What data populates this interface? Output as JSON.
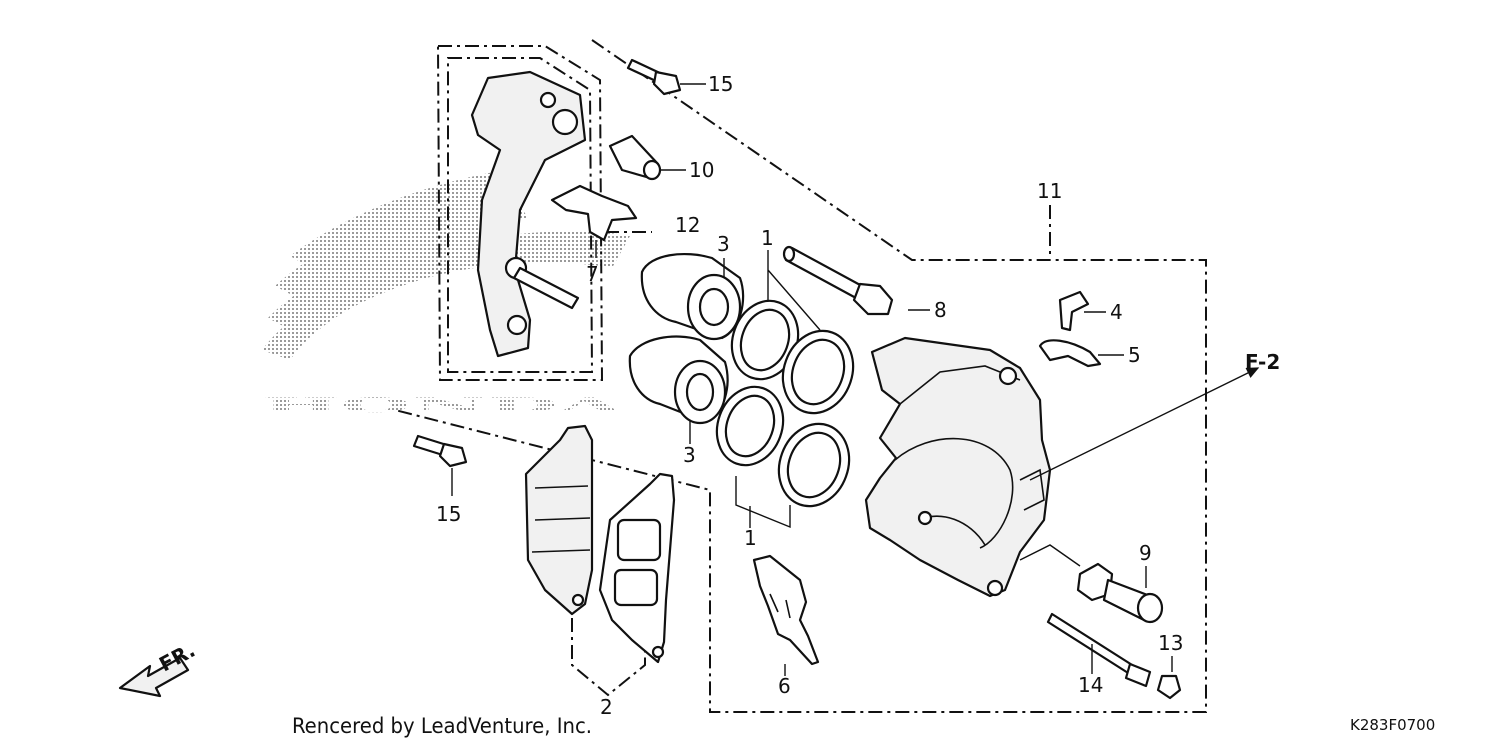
{
  "callouts": {
    "c15_top": "15",
    "c10": "10",
    "c11": "11",
    "c12": "12",
    "c7": "7",
    "c3_top": "3",
    "c1_top": "1",
    "c8": "8",
    "c4": "4",
    "c5": "5",
    "f2": "F-2",
    "c3_bot": "3",
    "c15_bot": "15",
    "c1_bot": "1",
    "c9": "9",
    "c13": "13",
    "c6": "6",
    "c14": "14",
    "c2": "2"
  },
  "direction_label": "FR.",
  "watermark_text": "HONDA",
  "credit": "Rencered by LeadVenture, Inc.",
  "figure_code": "K283F0700"
}
